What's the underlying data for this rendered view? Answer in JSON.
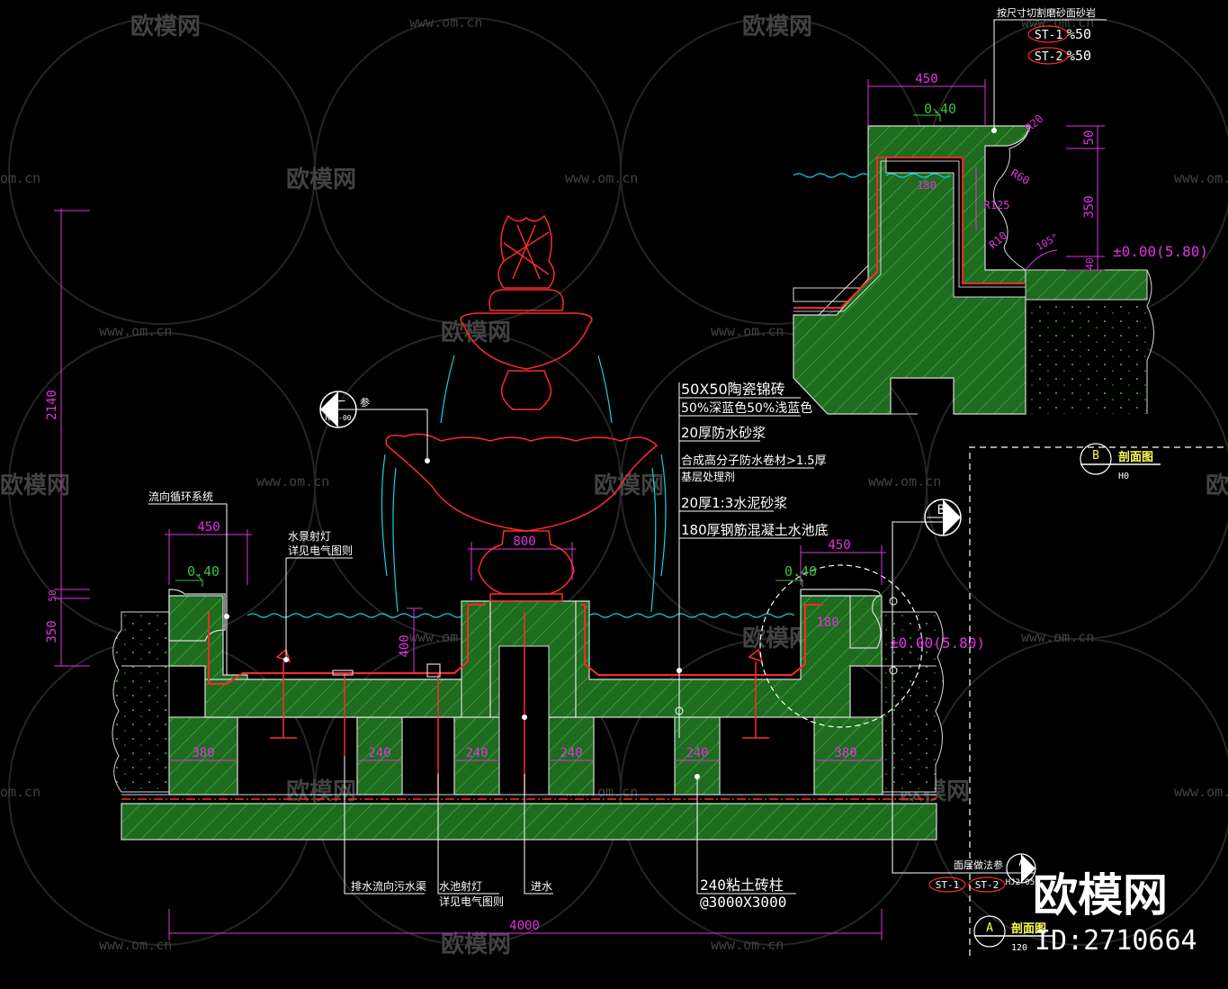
{
  "colors": {
    "background": "#000000",
    "concrete": "#2f8a2f",
    "hatch": "#39b339",
    "structure": "#d9d9d9",
    "dimension": "#e035e0",
    "waterproof": "#ff2a2a",
    "water": "#19d0e0",
    "fountain": "#ff2a2a",
    "label": "#ffffff",
    "title_yellow": "#ffff55",
    "watermark": "#555555"
  },
  "watermark": {
    "brand": "欧模网",
    "site": "www.om.cn",
    "site_short": "om.cn",
    "id": "ID:2710664"
  },
  "main": {
    "dims": {
      "total_height": "2140",
      "top_50": "50",
      "wall_350": "350",
      "left_width_450": "450",
      "left_040": "0.40",
      "center_800": "800",
      "right_width_450": "450",
      "right_040": "0.40",
      "right_180": "180",
      "depth_400": "400",
      "level": "±0.00(5.80)",
      "pier_380_left": "380",
      "pier_240_1": "240",
      "pier_240_2": "240",
      "pier_240_3": "240",
      "pier_240_4": "240",
      "pier_380_right": "380",
      "total_width": "4000"
    },
    "notes": {
      "circulation": "流向循环系统",
      "fountain_lamp_1": "水景射灯",
      "fountain_lamp_2": "详见电气图则",
      "ref_callout": "参",
      "ref_symbol_top": "一",
      "ref_symbol_bottom": "HJ6-00",
      "drain_1": "排水流向污水渠",
      "pool_lamp_1": "水池射灯",
      "pool_lamp_2": "详见电气图则",
      "inlet": "进水",
      "brick_column_1": "240粘土砖柱",
      "brick_column_2": "@3000X3000",
      "layers": [
        "50X50陶瓷锦砖",
        "50%深蓝色50%浅蓝色",
        "20厚防水砂浆",
        "合成高分子防水卷材>1.5厚",
        "基层处理剂",
        "20厚1:3水泥砂浆",
        "180厚钢筋混凝土水池底"
      ],
      "section_b_letter": "B",
      "surface_ref": "面层做法参",
      "section_a_letter": "A",
      "section_a_ref": "HJ2-05",
      "st1": "ST-1",
      "st2": "ST-2"
    }
  },
  "detail_b": {
    "note_top": "按尺寸切割磨砂面砂岩",
    "st1": "ST-1",
    "st1_ratio": "%50",
    "st2": "ST-2",
    "st2_ratio": "%50",
    "width_450": "450",
    "thick_040": "0.40",
    "r20": "R20",
    "r60": "R60",
    "r125": "R125",
    "r10": "R10",
    "angle": "105°",
    "dim_50": "50",
    "dim_350": "350",
    "dim_40": "40",
    "dim_180": "180",
    "level": "±0.00(5.80)",
    "title_letter": "B",
    "title": "剖面图",
    "scale": "H0"
  },
  "title_a": {
    "letter": "A",
    "title": "剖面图",
    "scale": "120"
  }
}
